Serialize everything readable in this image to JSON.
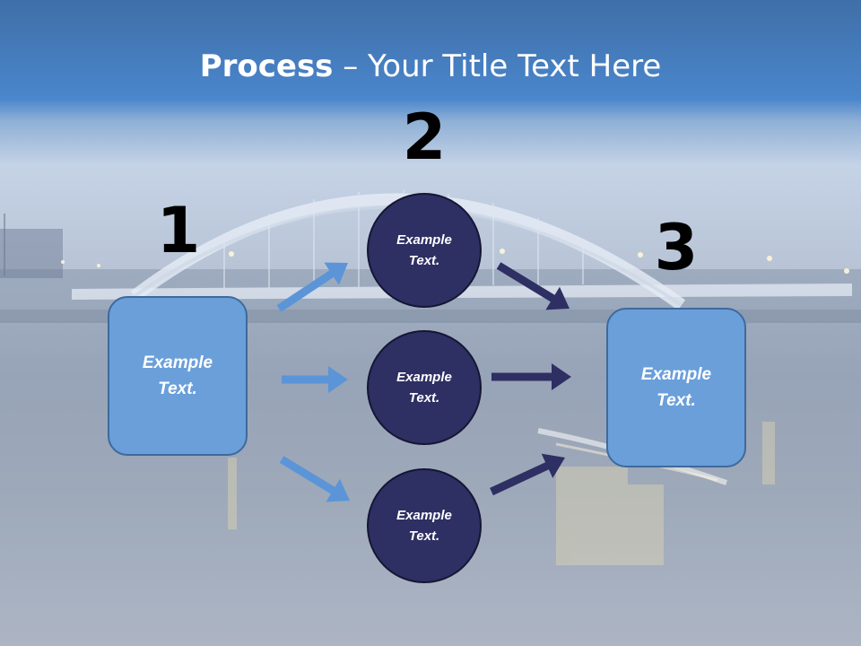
{
  "title": {
    "bold": "Process",
    "rest": " – Your Title Text Here"
  },
  "steps": {
    "one": {
      "number": "1",
      "label": "Example\nText."
    },
    "two": {
      "number": "2",
      "top": "Example\nText.",
      "middle": "Example\nText.",
      "bottom": "Example\nText."
    },
    "three": {
      "number": "3",
      "label": "Example\nText."
    }
  },
  "colors": {
    "box_fill": "#6a9fda",
    "circle_fill": "#2e2f63",
    "light_arrow": "#5b95d8",
    "dark_arrow": "#2e2f63"
  }
}
